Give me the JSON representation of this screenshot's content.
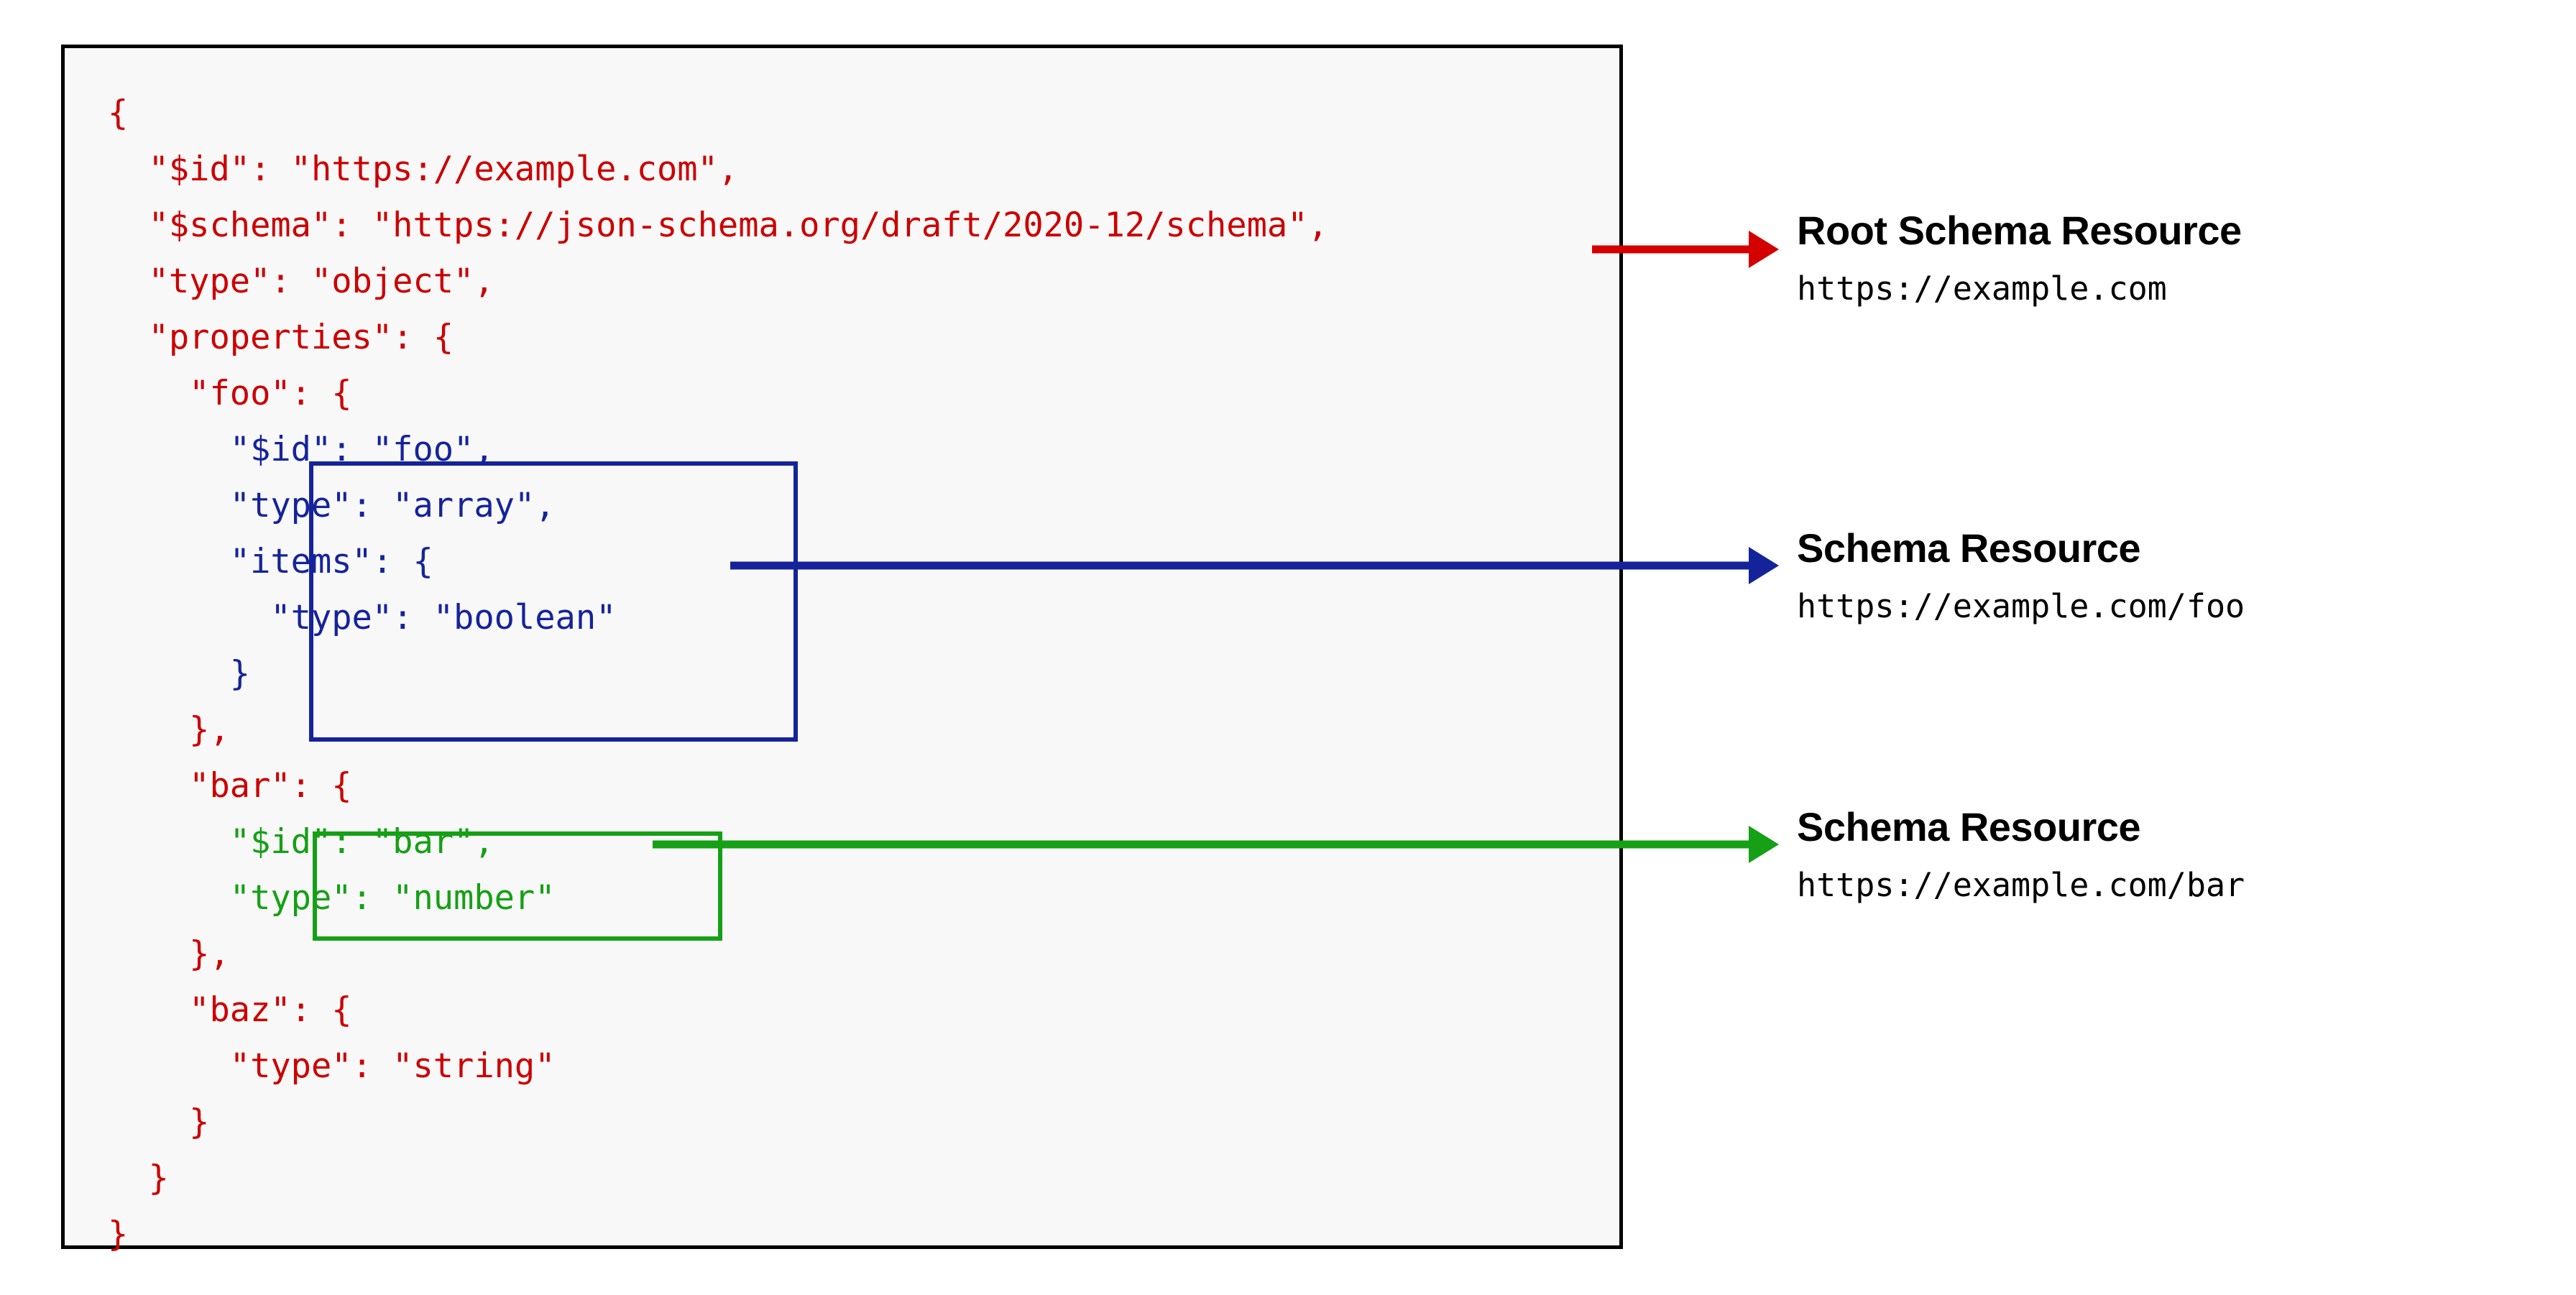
{
  "code_panel": {
    "lines": [
      {
        "text": "{",
        "color": "red"
      },
      {
        "text": "  \"$id\": \"https://example.com\",",
        "color": "red"
      },
      {
        "text": "  \"$schema\": \"https://json-schema.org/draft/2020-12/schema\",",
        "color": "red"
      },
      {
        "text": "  \"type\": \"object\",",
        "color": "red"
      },
      {
        "text": "  \"properties\": {",
        "color": "red"
      },
      {
        "text": "    \"foo\": {",
        "color": "red"
      },
      {
        "text": "      \"$id\": \"foo\",",
        "color": "blue"
      },
      {
        "text": "      \"type\": \"array\",",
        "color": "blue"
      },
      {
        "text": "      \"items\": {",
        "color": "blue"
      },
      {
        "text": "        \"type\": \"boolean\"",
        "color": "blue"
      },
      {
        "text": "      }",
        "color": "blue"
      },
      {
        "text": "    },",
        "color": "red"
      },
      {
        "text": "    \"bar\": {",
        "color": "red"
      },
      {
        "text": "      \"$id\": \"bar\",",
        "color": "green"
      },
      {
        "text": "      \"type\": \"number\"",
        "color": "green"
      },
      {
        "text": "    },",
        "color": "red"
      },
      {
        "text": "    \"baz\": {",
        "color": "red"
      },
      {
        "text": "      \"type\": \"string\"",
        "color": "red"
      },
      {
        "text": "    }",
        "color": "red"
      },
      {
        "text": "  }",
        "color": "red"
      },
      {
        "text": "}",
        "color": "red"
      }
    ]
  },
  "highlights": [
    {
      "name": "foo-schema-resource",
      "color": "#15239b"
    },
    {
      "name": "bar-schema-resource",
      "color": "#15a015"
    }
  ],
  "annotations": [
    {
      "title": "Root Schema Resource",
      "url": "https://example.com",
      "arrow_color": "#d40000"
    },
    {
      "title": "Schema Resource",
      "url": "https://example.com/foo",
      "arrow_color": "#15239b"
    },
    {
      "title": "Schema Resource",
      "url": "https://example.com/bar",
      "arrow_color": "#15a015"
    }
  ],
  "colors": {
    "code_red": "#cc0000",
    "code_blue": "#15239b",
    "code_green": "#15a015",
    "panel_border": "#000000",
    "panel_background": "#f8f8f8",
    "page_background": "#ffffff"
  }
}
